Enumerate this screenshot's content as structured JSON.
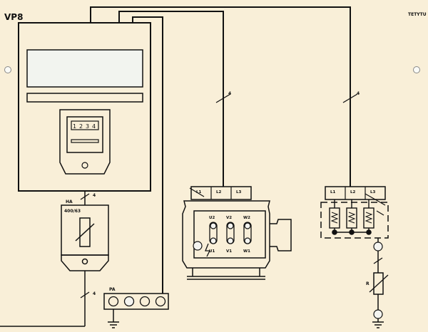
{
  "panel": {
    "title": "VP8",
    "corner_mark": "TETYTU"
  },
  "meter": {
    "digits": [
      "1",
      "2",
      "3",
      "4"
    ]
  },
  "breaker": {
    "tag": "HA",
    "rating": "400/63"
  },
  "sockets": {
    "tag": "PA"
  },
  "motor": {
    "top_terminals": [
      "U2",
      "V2",
      "W2"
    ],
    "bottom_terminals": [
      "U1",
      "V1",
      "W1"
    ],
    "line_labels": [
      "L1",
      "L2",
      "L3"
    ]
  },
  "heater": {
    "line_labels": [
      "L1",
      "L2",
      "L3"
    ]
  },
  "wire_counts": {
    "panel_breaker": "4",
    "breaker_bottom": "4",
    "motor_feed": "4",
    "heater_feed": "4"
  },
  "resistor": {
    "tag": "R"
  },
  "colors": {
    "background": "#f9efd8",
    "line": "#111111",
    "display": "#f2f4ef",
    "terminal": "#f4f4f0"
  }
}
